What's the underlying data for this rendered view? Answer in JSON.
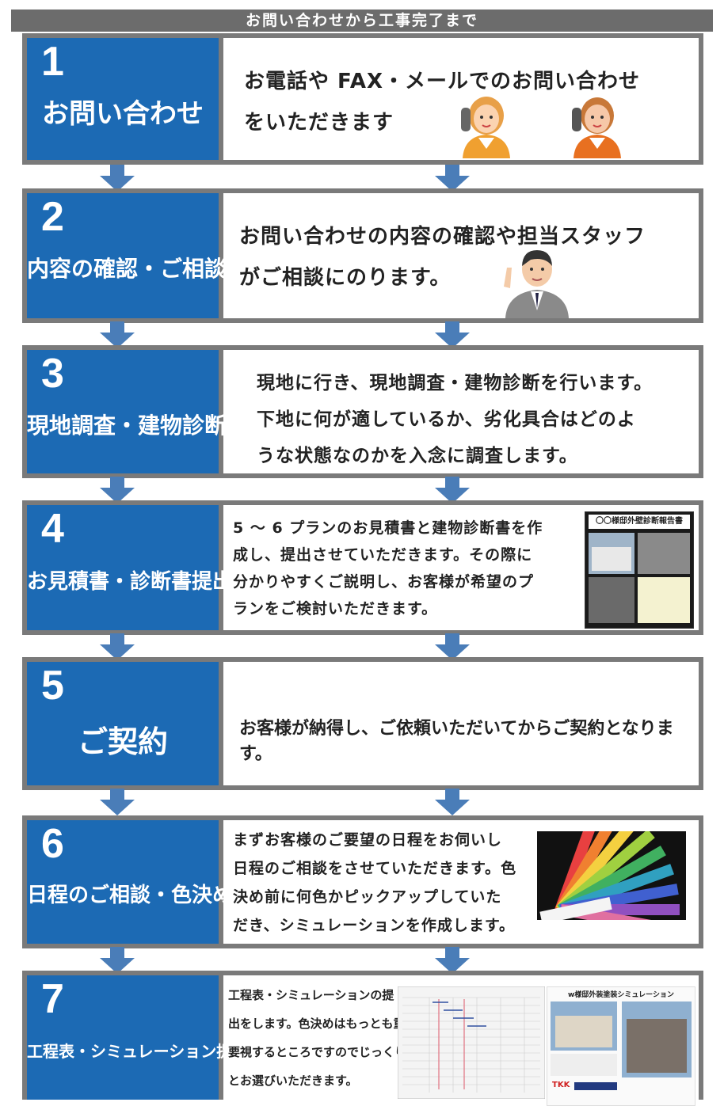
{
  "header": {
    "title": "お問い合わせから工事完了まで"
  },
  "steps": [
    {
      "num": "1",
      "title": "お問い合わせ",
      "lines": [
        "お電話や FAX・メールでのお問い合わせ",
        "をいただきます"
      ]
    },
    {
      "num": "2",
      "title": "内容の確認・ご相談",
      "lines": [
        "お問い合わせの内容の確認や担当スタッフ",
        "がご相談にのります。"
      ]
    },
    {
      "num": "3",
      "title": "現地調査・建物診断",
      "lines": [
        "現地に行き、現地調査・建物診断を行います。",
        "下地に何が適しているか、劣化具合はどのよ",
        "うな状態なのかを入念に調査します。"
      ]
    },
    {
      "num": "4",
      "title": "お見積書・診断書提出",
      "lines": [
        "5 ～ 6 プランのお見積書と建物診断書を作",
        "成し、提出させていただきます。その際に",
        "分かりやすくご説明し、お客様が希望のプ",
        "ランをご検討いただきます。"
      ],
      "doc_title": "〇〇様邸外壁診断報告書"
    },
    {
      "num": "5",
      "title": "ご契約",
      "lines": [
        "お客様が納得し、ご依頼いただいてからご契約となります。"
      ]
    },
    {
      "num": "6",
      "title": "日程のご相談・色決め",
      "lines": [
        "まずお客様のご要望の日程をお伺いし",
        "日程のご相談をさせていただきます。色",
        "決め前に何色かピックアップしていた",
        "だき、シミュレーションを作成します。"
      ]
    },
    {
      "num": "7",
      "title": "工程表・シミュレーション提出",
      "lines": [
        "工程表・シミュレーションの提",
        "出をします。色決めはもっとも重",
        "要視するところですのでじっくり",
        "とお選びいただきます。"
      ],
      "sim_title": "w様邸外装塗装シミュレーション",
      "sim_brand": "TKK"
    }
  ],
  "colors": {
    "blue": "#1c6ab4",
    "frame": "#7a7a7a",
    "arrow": "#4a7db8",
    "header": "#6c6c6c"
  }
}
